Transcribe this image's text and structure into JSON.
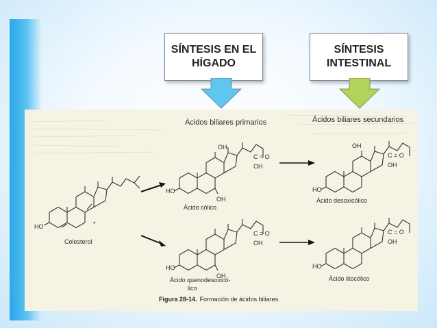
{
  "callouts": {
    "liver": {
      "line1": "SÍNTESIS EN EL",
      "line2": "HÍGADO",
      "arrow_color": "#5ec6ef"
    },
    "intestinal": {
      "line1": "SÍNTESIS",
      "line2": "INTESTINAL",
      "arrow_color": "#b2d25c"
    }
  },
  "figure": {
    "header_primary": "Ácidos biliares primarios",
    "header_secondary": "Ácidos biliares secundarios",
    "caption_label": "Figura 28-14.",
    "caption_text": "Formación de ácidos biliares.",
    "cholesterol": {
      "name": "Colesterol",
      "ho": "HO"
    },
    "colic": {
      "name": "Ácido cólico",
      "oh_top": "OH",
      "ho": "HO",
      "oh_bottom": "OH",
      "co": "C = O",
      "oh_acid": "OH"
    },
    "deoxicolic": {
      "name": "Ácido desoxicólico",
      "oh_top": "OH",
      "ho": "HO",
      "co": "C = O",
      "oh_acid": "OH"
    },
    "quenodesoxicolic": {
      "name_line1": "Ácido quenodesoxicó-",
      "name_line2": "lico",
      "ho": "HO",
      "oh_bottom": "OH",
      "co": "C = O",
      "oh_acid": "OH"
    },
    "litocolic": {
      "name": "Ácido litocólico",
      "ho": "HO",
      "co": "C = O",
      "oh_acid": "OH"
    }
  }
}
